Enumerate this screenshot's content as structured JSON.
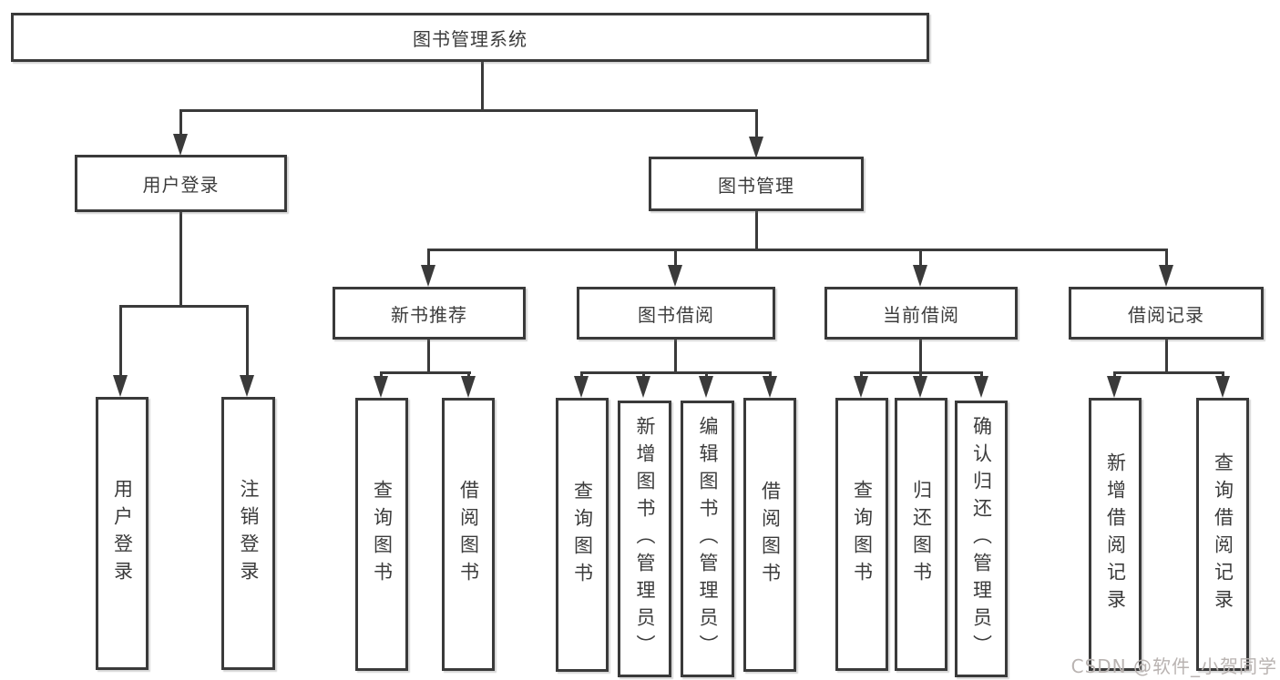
{
  "colors": {
    "line": "#3a3a3a",
    "text": "#3c3c3c",
    "box-bg": "#ffffff",
    "watermark": "#b9b3b1"
  },
  "watermark": {
    "text": "CSDN @软件_小贺同学"
  },
  "tree": {
    "root": {
      "label": "图书管理系统"
    },
    "branches": [
      {
        "label": "用户登录",
        "children": [
          {
            "label": "用户登录"
          },
          {
            "label": "注销登录"
          }
        ]
      },
      {
        "label": "图书管理",
        "children": [
          {
            "label": "新书推荐",
            "children": [
              {
                "label": "查询图书"
              },
              {
                "label": "借阅图书"
              }
            ]
          },
          {
            "label": "图书借阅",
            "children": [
              {
                "label": "查询图书"
              },
              {
                "label": "新增图书（管理员）"
              },
              {
                "label": "编辑图书（管理员）"
              },
              {
                "label": "借阅图书"
              }
            ]
          },
          {
            "label": "当前借阅",
            "children": [
              {
                "label": "查询图书"
              },
              {
                "label": "归还图书"
              },
              {
                "label": "确认归还（管理员）"
              }
            ]
          },
          {
            "label": "借阅记录",
            "children": [
              {
                "label": "新增借阅记录"
              },
              {
                "label": "查询借阅记录"
              }
            ]
          }
        ]
      }
    ]
  }
}
